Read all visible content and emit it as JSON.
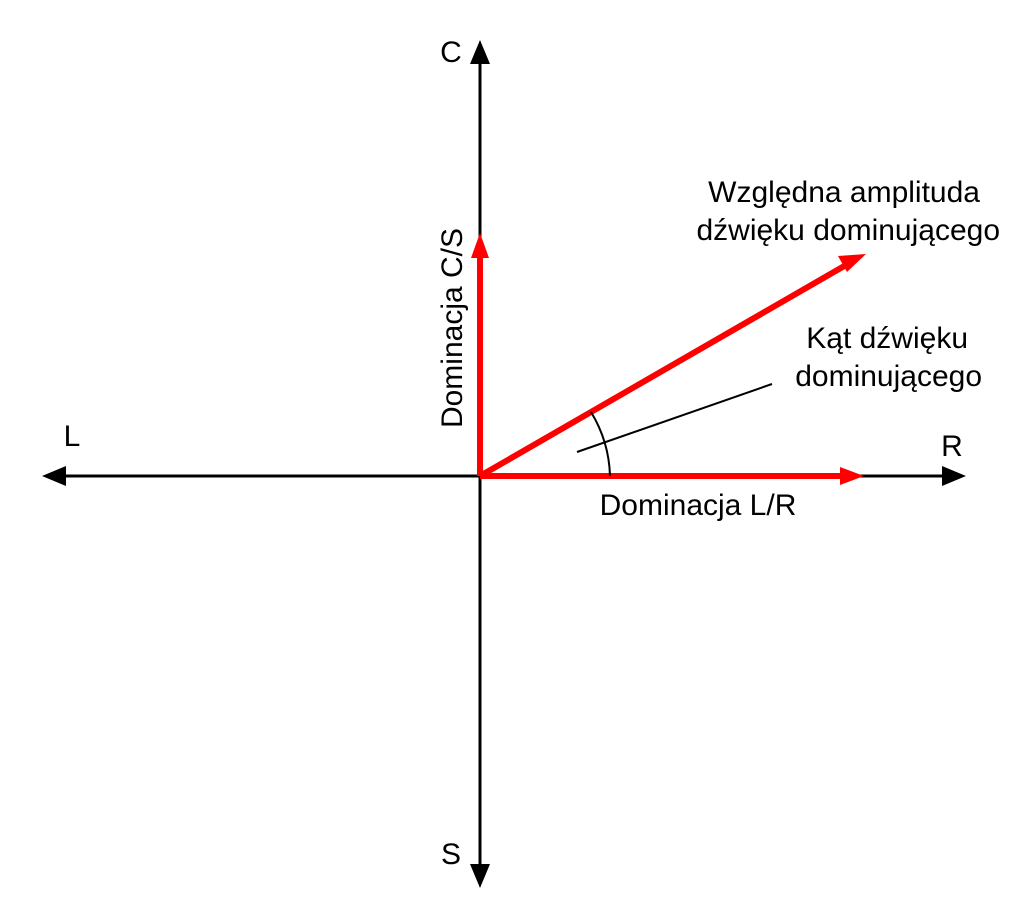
{
  "axes": {
    "top": "C",
    "bottom": "S",
    "left": "L",
    "right": "R"
  },
  "labels": {
    "vertical_vector": "Dominacja C/S",
    "horizontal_vector": "Dominacja L/R",
    "amplitude_line1": "Względna amplituda",
    "amplitude_line2": "dźwięku dominującego",
    "angle_line1": "Kąt dźwięku",
    "angle_line2": "dominującego"
  },
  "colors": {
    "axis": "#000000",
    "vector": "#ff0000"
  }
}
